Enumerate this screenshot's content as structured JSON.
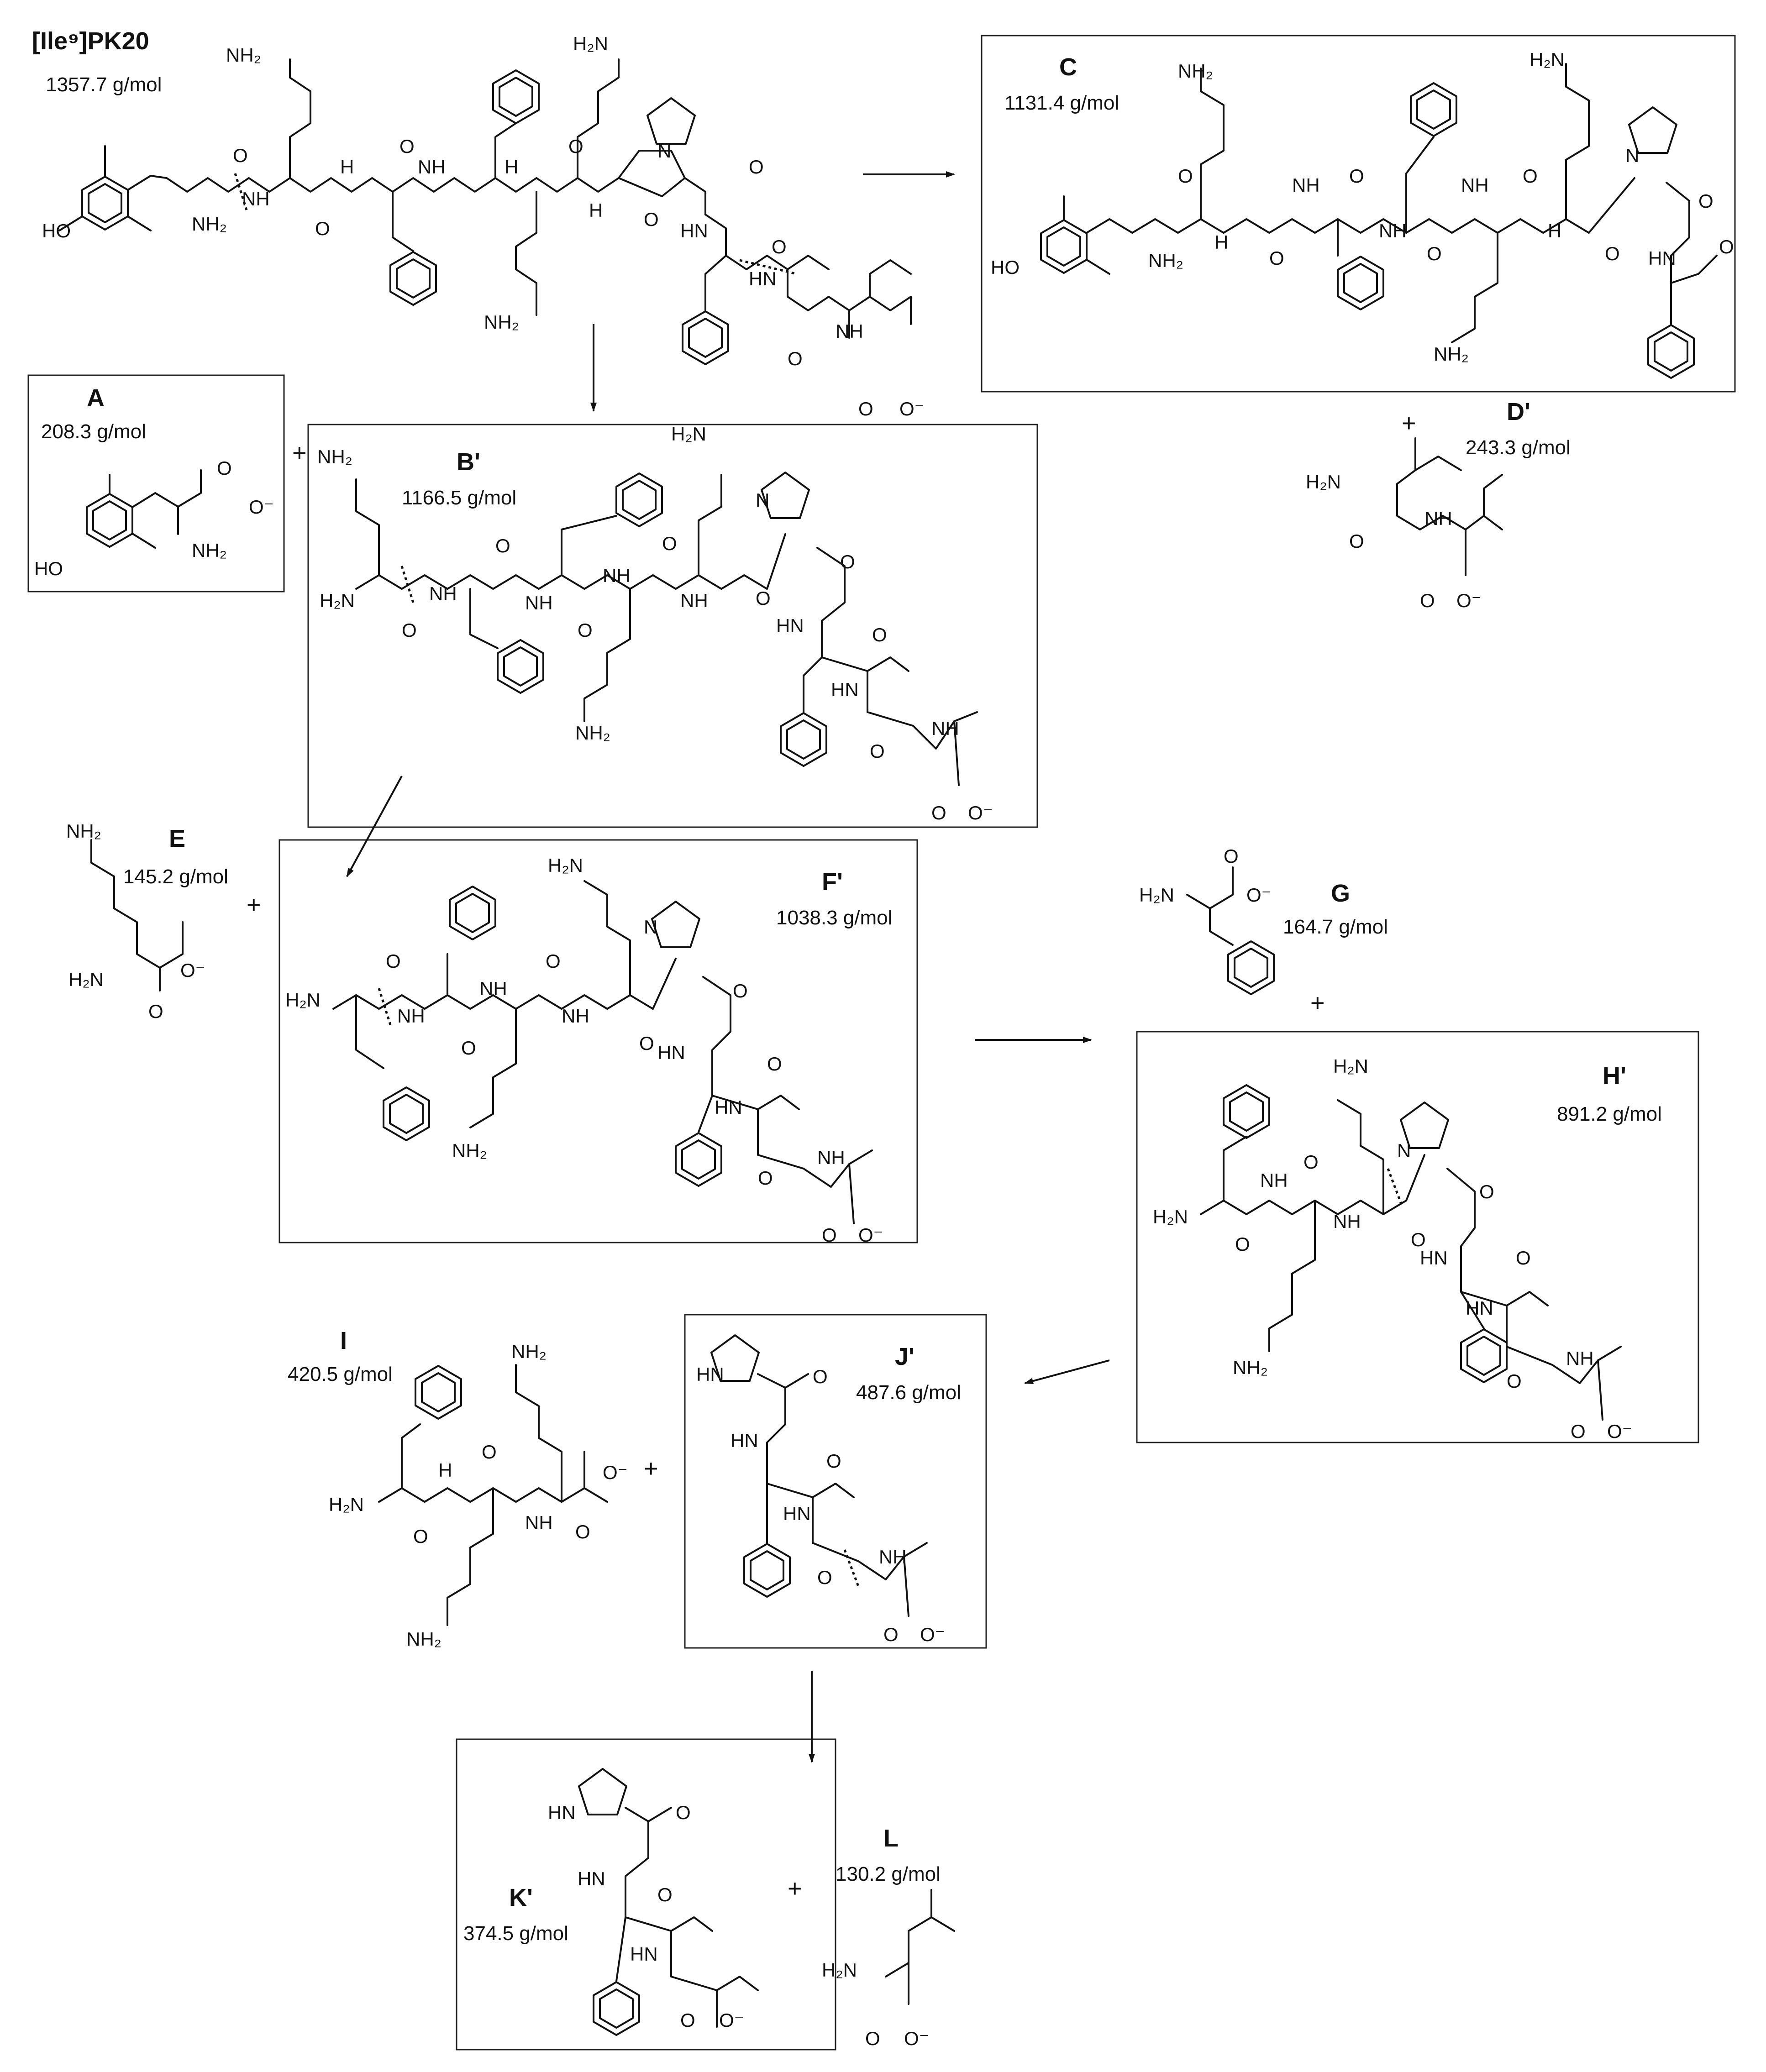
{
  "peptide": {
    "title": "[Ile⁹]PK20",
    "mass": "1357.7 g/mol"
  },
  "fragments": [
    {
      "id": "A",
      "label": "A",
      "mass": "208.3 g/mol"
    },
    {
      "id": "B",
      "label": "B'",
      "mass": "1166.5 g/mol"
    },
    {
      "id": "C",
      "label": "C",
      "mass": "1131.4 g/mol"
    },
    {
      "id": "D",
      "label": "D'",
      "mass": "243.3 g/mol"
    },
    {
      "id": "E",
      "label": "E",
      "mass": "145.2 g/mol"
    },
    {
      "id": "F",
      "label": "F'",
      "mass": "1038.3 g/mol"
    },
    {
      "id": "G",
      "label": "G",
      "mass": "164.7 g/mol"
    },
    {
      "id": "H",
      "label": "H'",
      "mass": "891.2 g/mol"
    },
    {
      "id": "I",
      "label": "I",
      "mass": "420.5 g/mol"
    },
    {
      "id": "J",
      "label": "J'",
      "mass": "487.6 g/mol"
    },
    {
      "id": "K",
      "label": "K'",
      "mass": "374.5 g/mol"
    },
    {
      "id": "L",
      "label": "L",
      "mass": "130.2 g/mol"
    }
  ],
  "atoms": {
    "nh2": "NH₂",
    "h2n": "H₂N",
    "nh": "NH",
    "hn": "HN",
    "n": "N",
    "h": "H",
    "o": "O",
    "ho": "HO",
    "carboxylate": "O⁻",
    "plus": "+"
  }
}
